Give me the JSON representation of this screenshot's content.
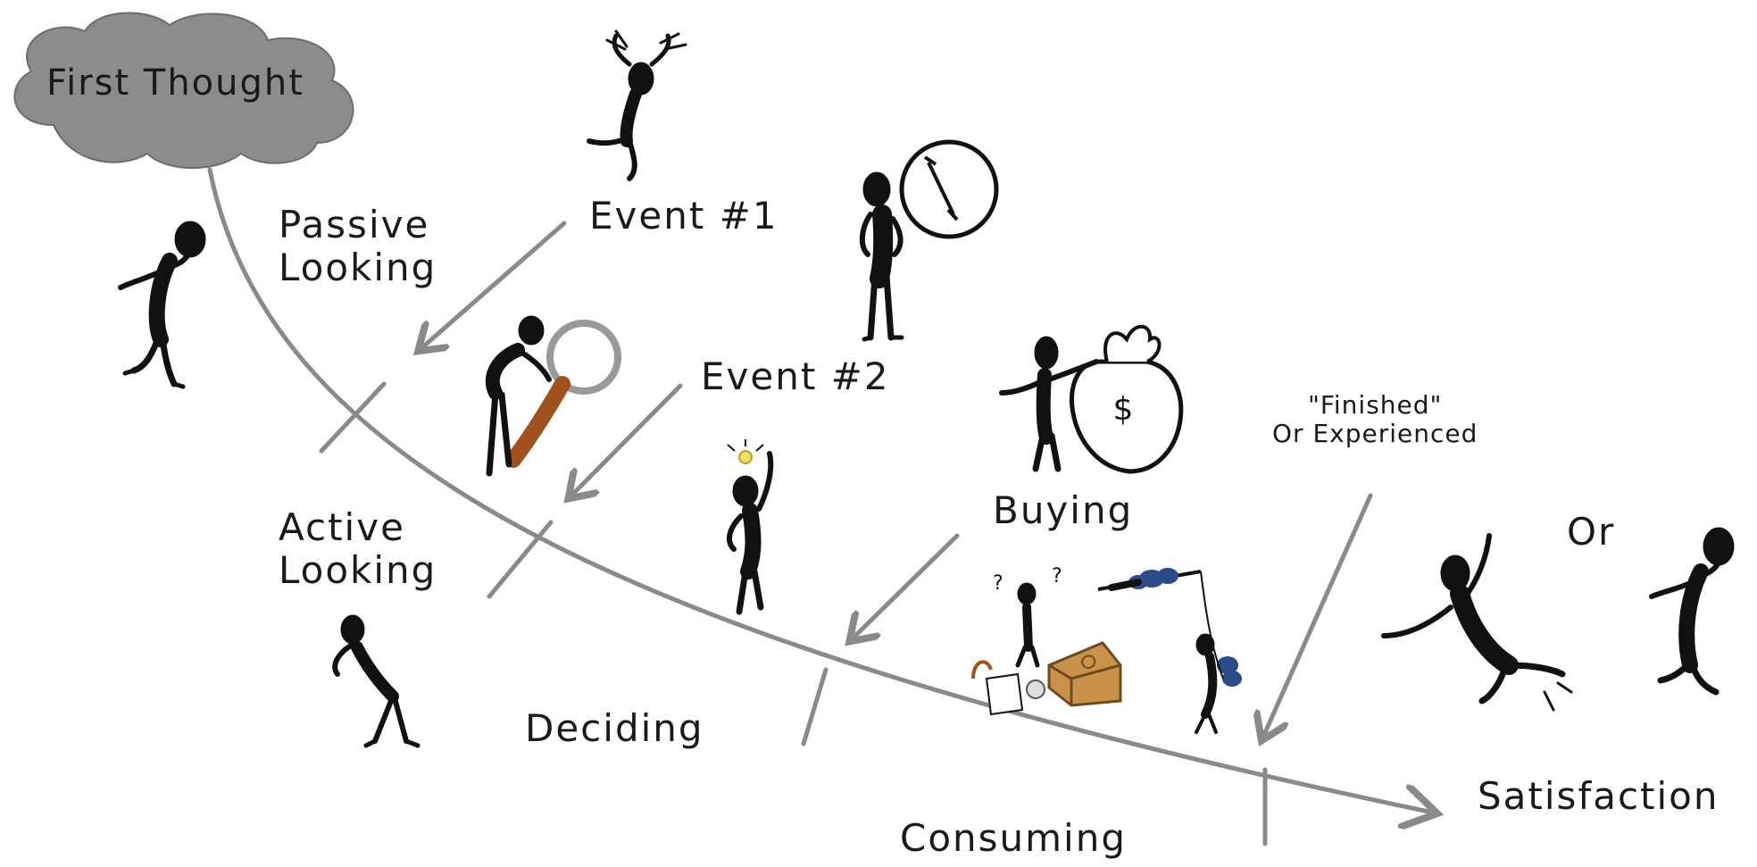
{
  "cloud": {
    "label": "First Thought",
    "color": "#8c8c8c"
  },
  "stages": {
    "passive_looking": "Passive\nLooking",
    "active_looking": "Active\nLooking",
    "deciding": "Deciding",
    "consuming": "Consuming",
    "satisfaction": "Satisfaction"
  },
  "events": {
    "event1": "Event #1",
    "event2": "Event #2",
    "buying": "Buying",
    "finished": "\"Finished\"\nOr Experienced",
    "or": "Or"
  },
  "icons": {
    "bag_symbol": "$",
    "question_mark": "?"
  },
  "colors": {
    "curve": "#8a8a8a",
    "figure": "#111111",
    "magnifier_handle": "#a0521d",
    "box": "#c8924a",
    "bulb": "#f2e15c",
    "rocks": "#2b4a8a"
  }
}
